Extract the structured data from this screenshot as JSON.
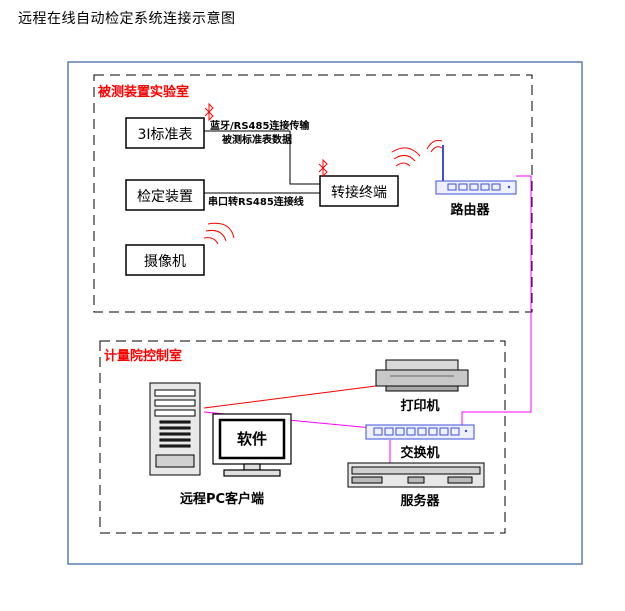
{
  "title": "远程在线自动检定系统连接示意图",
  "colors": {
    "frame": "#5b7fb5",
    "zone_label": "#ff0000",
    "wire_red": "#ff0000",
    "wire_magenta": "#ff00ff",
    "wire_black": "#000000",
    "router_port": "#3b4fd8",
    "router_body": "#eef0ff"
  },
  "zones": {
    "lab": {
      "label": "被测装置实验室"
    },
    "control": {
      "label": "计量院控制室"
    }
  },
  "nodes": {
    "meter": {
      "label": "3I标准表"
    },
    "calibrator": {
      "label": "检定装置"
    },
    "camera": {
      "label": "摄像机"
    },
    "adapter": {
      "label": "转接终端"
    },
    "router": {
      "label": "路由器"
    },
    "printer": {
      "label": "打印机"
    },
    "switch": {
      "label": "交换机"
    },
    "server": {
      "label": "服务器"
    },
    "pc": {
      "label": "远程PC客户端"
    },
    "software": {
      "label": "软件"
    }
  },
  "edges": {
    "bt_line1": "蓝牙/RS485连接传输",
    "bt_line2": "被测标准表数据",
    "serial_line": "串口转RS485连接线"
  },
  "icons": [
    "bluetooth-icon",
    "wifi-signal-icon",
    "printer-icon",
    "computer-tower-icon",
    "monitor-icon",
    "server-icon",
    "router-icon",
    "switch-icon"
  ]
}
